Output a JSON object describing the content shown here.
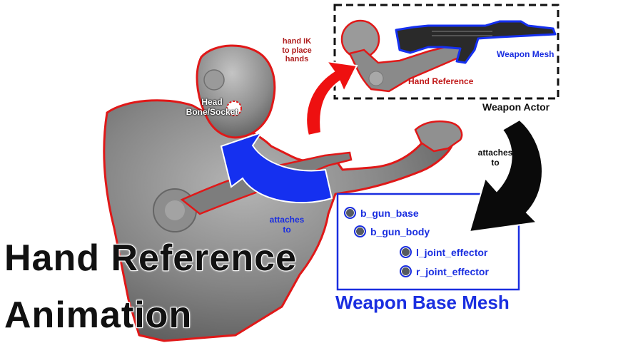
{
  "labels": {
    "hand_ik": [
      "hand IK",
      "to place",
      "hands"
    ],
    "head_socket": [
      "Head",
      "Bone/Socket"
    ],
    "weapon_mesh": "Weapon Mesh",
    "hand_reference": "Hand Reference",
    "weapon_actor": "Weapon Actor",
    "attaches_to_right": [
      "attaches",
      "to"
    ],
    "attaches_to_left": [
      "attaches",
      "to"
    ],
    "weapon_base_mesh": "Weapon Base Mesh"
  },
  "bones": [
    {
      "name": "b_gun_base"
    },
    {
      "name": "b_gun_body"
    },
    {
      "name": "l_joint_effector"
    },
    {
      "name": "r_joint_effector"
    }
  ],
  "title": [
    "Hand Reference",
    "Animation"
  ],
  "colors": {
    "outline_red": "#e01818",
    "arrow_red": "#ee1010",
    "arrow_blue": "#1530f0",
    "arrow_black": "#0a0a0a",
    "body_gray": "#8a8a8a",
    "box_blue": "#1a2ee0"
  }
}
